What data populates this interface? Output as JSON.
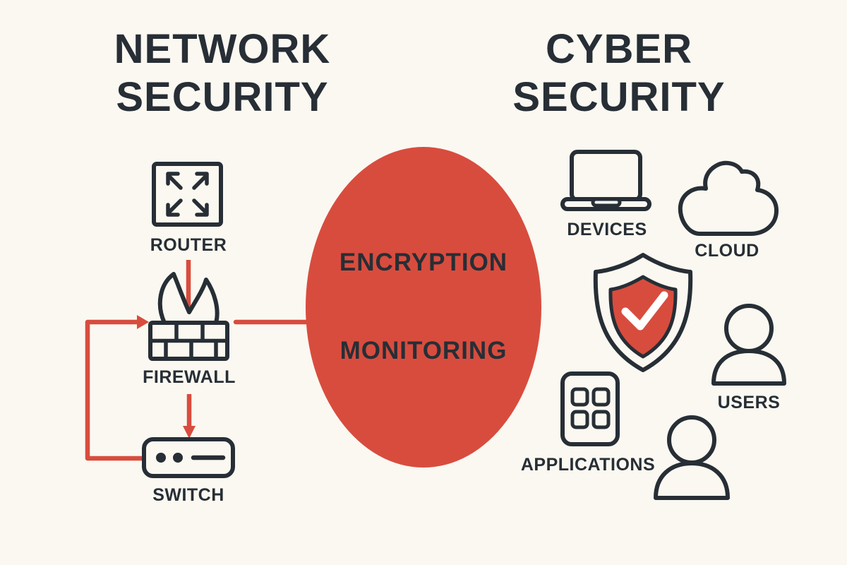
{
  "diagram": {
    "background_color": "#faf8f1",
    "ink_color": "#272e35",
    "accent_red": "#d84c3e",
    "left": {
      "title_line1": "NETWORK",
      "title_line2": "SECURITY",
      "nodes": [
        {
          "label": "ROUTER",
          "icon": "router-expand-arrows-icon"
        },
        {
          "label": "FIREWALL",
          "icon": "firewall-brick-flame-icon"
        },
        {
          "label": "SWITCH",
          "icon": "switch-box-icon"
        }
      ]
    },
    "center": {
      "shape": "ellipse",
      "fill": "#d84c3e",
      "labels": [
        "ENCRYPTION",
        "MONITORING"
      ]
    },
    "right": {
      "title_line1": "CYBER",
      "title_line2": "SECURITY",
      "items": [
        {
          "label": "DEVICES",
          "icon": "laptop-icon"
        },
        {
          "label": "CLOUD",
          "icon": "cloud-icon"
        },
        {
          "label": "USERS",
          "icon": "user-icon"
        },
        {
          "label": "APPLICATIONS",
          "icon": "app-grid-icon"
        }
      ],
      "unlabeled_icons": [
        "shield-check-icon",
        "person-icon"
      ]
    }
  }
}
